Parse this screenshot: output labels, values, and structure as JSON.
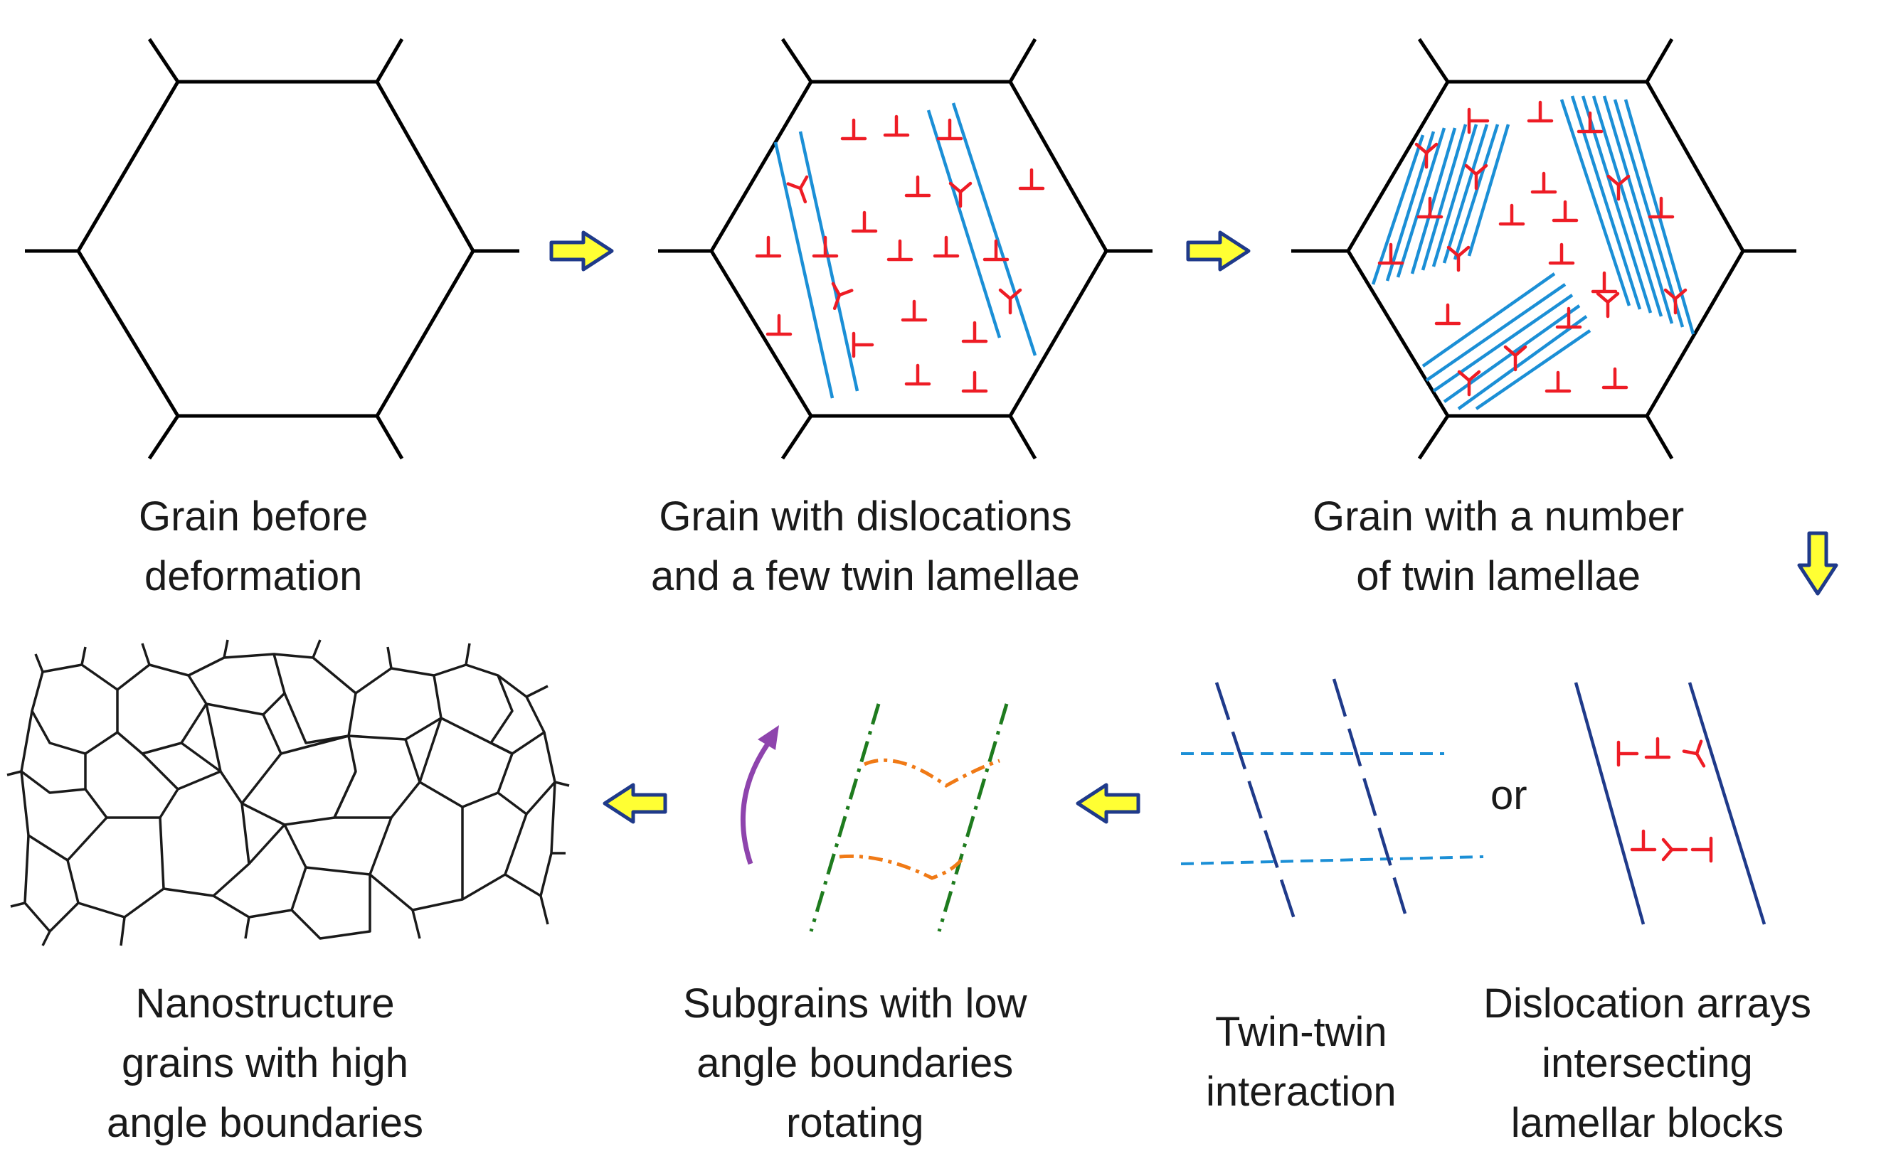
{
  "panels": {
    "p1": [
      "Grain before",
      "deformation"
    ],
    "p2": [
      "Grain with dislocations",
      "and a few twin lamellae"
    ],
    "p3": [
      "Grain with a number",
      "of twin lamellae"
    ],
    "p4": [
      "Dislocation arrays",
      "intersecting",
      "lamellar blocks"
    ],
    "p5": [
      "Twin-twin",
      "interaction"
    ],
    "p6": [
      "Subgrains with low",
      "angle boundaries",
      "rotating"
    ],
    "p7": [
      "Nanostructure",
      "grains with high",
      "angle boundaries"
    ]
  },
  "or_label": "or",
  "colors": {
    "grain_outline": "#000000",
    "dislocation": "#ee1c25",
    "twin": "#1b8fd6",
    "dark_twin": "#1f3a8a",
    "subgrain_boundary": "#1e7b1e",
    "low_angle_boundary": "#f07a16",
    "rotation_arrow": "#8e44ad",
    "arrow_fill": "#ffff33",
    "arrow_stroke": "#1f3a8a"
  }
}
